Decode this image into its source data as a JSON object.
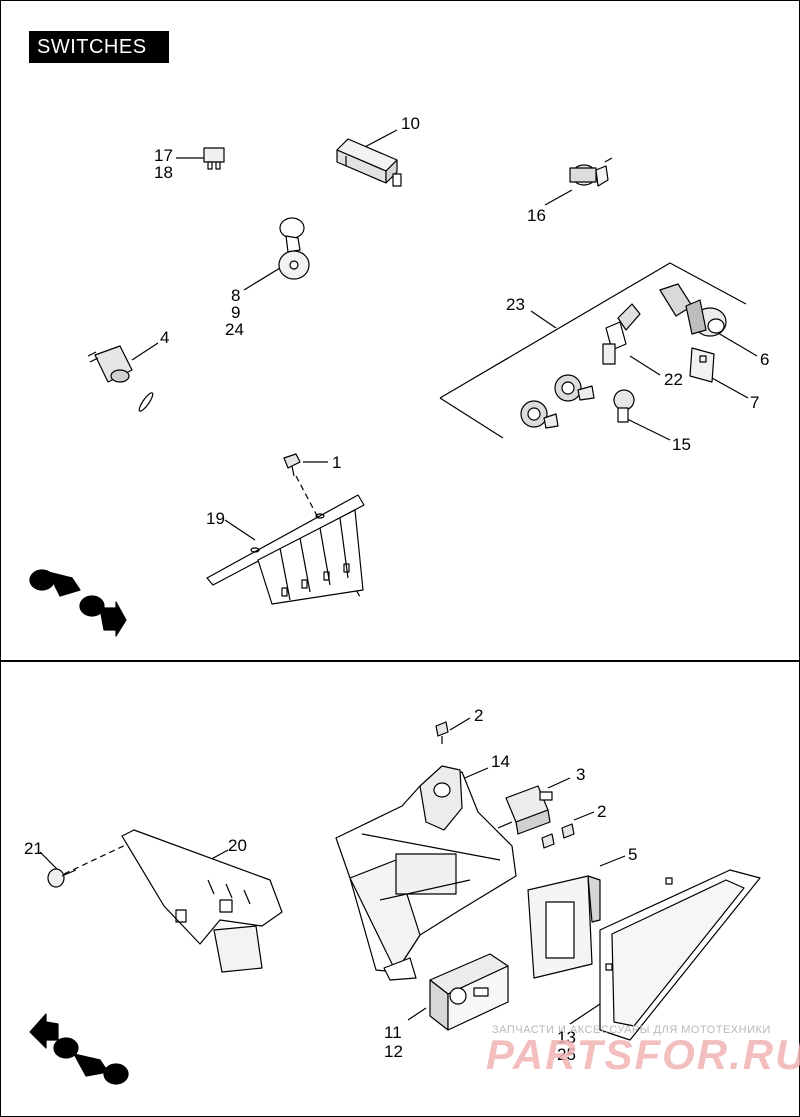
{
  "title": "SWITCHES",
  "callouts": {
    "c1": "1",
    "c2a": "2",
    "c2b": "2",
    "c3": "3",
    "c4": "4",
    "c5": "5",
    "c6": "6",
    "c7": "7",
    "c8": "8",
    "c9": "9",
    "c10": "10",
    "c11": "11",
    "c12": "12",
    "c13": "13",
    "c14": "14",
    "c15": "15",
    "c16": "16",
    "c17": "17",
    "c18": "18",
    "c19": "19",
    "c20": "20",
    "c21": "21",
    "c22": "22",
    "c23": "23",
    "c24": "24",
    "c25": "25"
  },
  "watermark": {
    "subtitle": "ЗАПЧАСТИ И АКСЕССУАРЫ ДЛЯ МОТОТЕХНИКИ",
    "brand": "PARTSFOR.RU"
  },
  "icons": [
    "motorcycle-front-icon",
    "motorcycle-rear-icon"
  ]
}
